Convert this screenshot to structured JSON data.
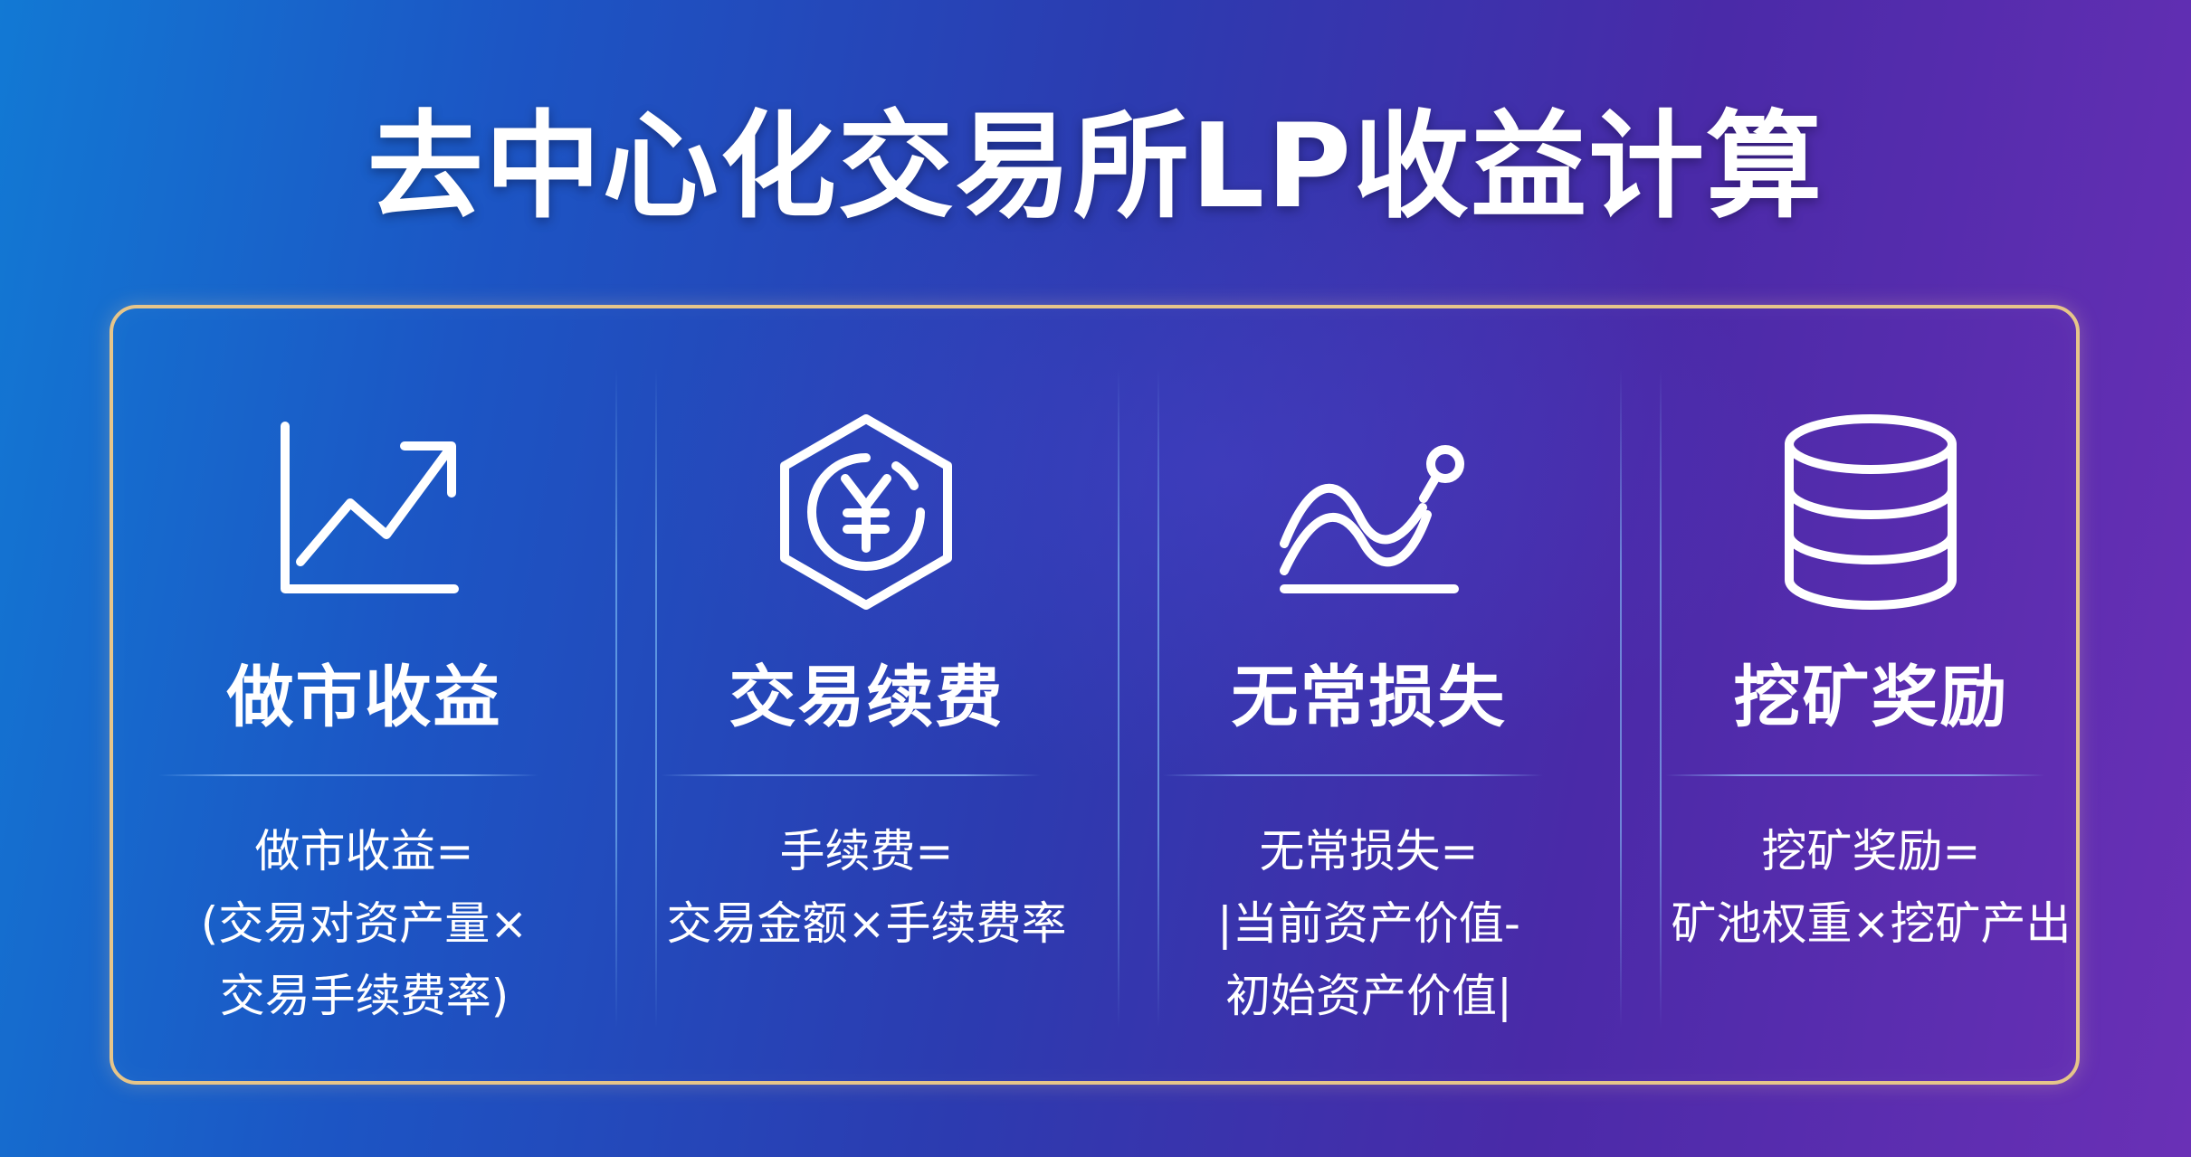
{
  "title": "去中心化交易所LP收益计算",
  "colors": {
    "border": "#e6c58a",
    "text": "#ffffff",
    "background_start": "#1279d4",
    "background_end": "#6a30b6"
  },
  "cards": [
    {
      "icon": "line-chart-arrow-icon",
      "title": "做市收益",
      "formula": [
        "做市收益=",
        "(交易对资产量×",
        "交易手续费率)"
      ]
    },
    {
      "icon": "yuan-coin-hexagon-icon",
      "title": "交易续费",
      "formula": [
        "手续费=",
        "交易金额×手续费率"
      ]
    },
    {
      "icon": "wave-line-point-icon",
      "title": "无常损失",
      "formula": [
        "无常损失=",
        "|当前资产价值-",
        "初始资产价值|"
      ]
    },
    {
      "icon": "database-stack-icon",
      "title": "挖矿奖励",
      "formula": [
        "挖矿奖励=",
        "矿池权重×挖矿产出"
      ]
    }
  ]
}
